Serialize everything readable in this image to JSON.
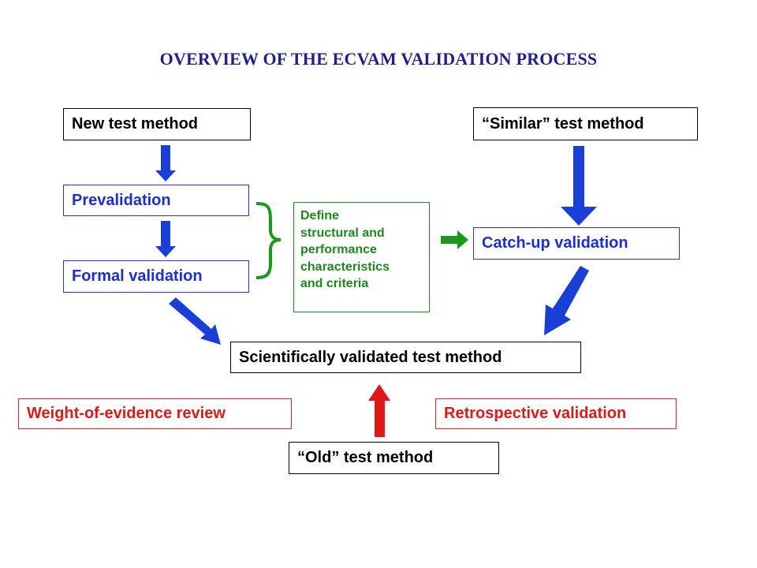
{
  "title": "OVERVIEW OF THE ECVAM VALIDATION PROCESS",
  "nodes": {
    "new_test_method": "New test method",
    "similar_test_method": "“Similar” test method",
    "prevalidation": "Prevalidation",
    "formal_validation": "Formal validation",
    "define_criteria": [
      "Define",
      "structural and",
      "performance",
      "characteristics",
      "and criteria"
    ],
    "catch_up_validation": "Catch-up validation",
    "scientifically_validated": "Scientifically validated test method",
    "weight_of_evidence": "Weight-of-evidence review",
    "retrospective_validation": "Retrospective validation",
    "old_test_method": "“Old” test method"
  },
  "colors": {
    "title": "#1f1f8f",
    "blue": "#1a2ed8",
    "red": "#e01818",
    "green": "#1a8a1a",
    "black": "#000000"
  }
}
